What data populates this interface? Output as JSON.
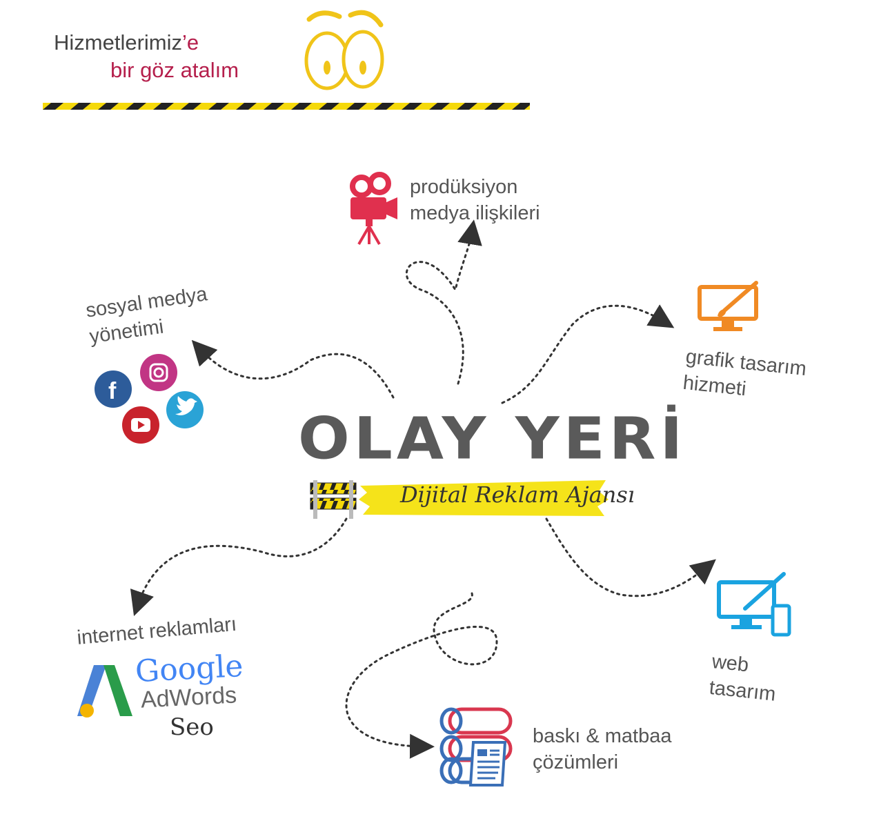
{
  "header": {
    "line1_main": "Hizmetlerimiz",
    "line1_accent": "’e",
    "line2": "bir göz atalım"
  },
  "brand": {
    "title": "OLAY YERİ",
    "tagline": "Dijital Reklam Ajansı"
  },
  "services": {
    "production": {
      "line1": "prodüksiyon",
      "line2": "medya ilişkileri",
      "icon": "camera-icon"
    },
    "social": {
      "line1": "sosyal medya",
      "line2": "yönetimi",
      "icons": [
        "facebook-icon",
        "instagram-icon",
        "youtube-icon",
        "twitter-icon"
      ]
    },
    "graphic": {
      "line1": "grafik tasarım",
      "line2": "hizmeti",
      "icon": "monitor-brush-icon"
    },
    "internet": {
      "line1": "internet reklamları",
      "google": "Google",
      "adwords": "AdWords",
      "seo": "Seo",
      "icon": "adwords-icon"
    },
    "web": {
      "line1": "web",
      "line2": "tasarım",
      "icon": "web-devices-icon"
    },
    "print": {
      "line1": "baskı & matbaa",
      "line2": "çözümleri",
      "icon": "printing-rolls-icon"
    }
  },
  "colors": {
    "accent_red": "#b51f4c",
    "camera_red": "#e0304e",
    "graphic_orange": "#f08a24",
    "web_blue": "#1aa3e0",
    "hazard_yellow": "#f5d90a"
  }
}
